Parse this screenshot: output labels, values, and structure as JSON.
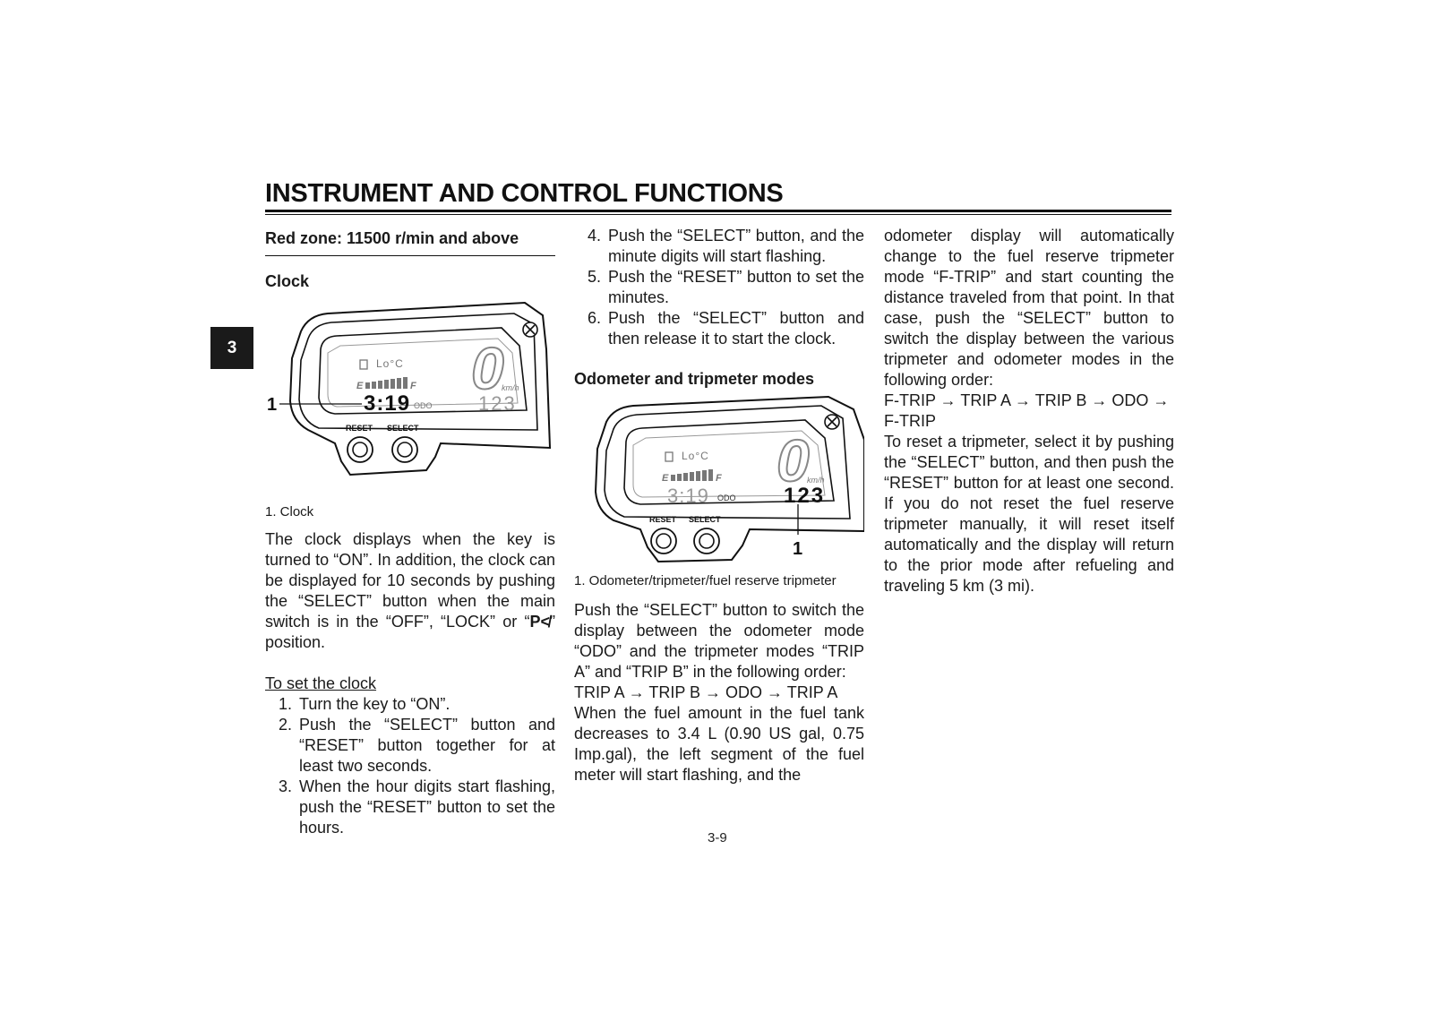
{
  "header": {
    "title": "INSTRUMENT AND CONTROL FUNCTIONS",
    "chapter_tab": "3"
  },
  "col1": {
    "red_zone": "Red zone: 11500 r/min and above",
    "clock_heading": "Clock",
    "fig1": {
      "callout": "1",
      "reset_label": "RESET",
      "select_label": "SELECT",
      "lcd_temp": "Lo°C",
      "lcd_e": "E",
      "lcd_f": "F",
      "lcd_speed": "0",
      "lcd_unit": "km/h",
      "lcd_clock": "3:19",
      "lcd_mode": "ODO",
      "lcd_odo": "123"
    },
    "fig1_caption": "1. Clock",
    "para": "The clock displays when the key is turned to “ON”. In addition, the clock can be displayed for 10 seconds by pushing the “SELECT” button when the main switch is in the “OFF”, “LOCK” or “",
    "para_symbol": "P≮",
    "para_end": "” position.",
    "set_clock_heading": "To set the clock",
    "steps": [
      {
        "num": "1.",
        "text": "Turn the key to “ON”."
      },
      {
        "num": "2.",
        "text": "Push the “SELECT” button and “RESET” button together for at least two seconds."
      },
      {
        "num": "3.",
        "text": "When the hour digits start flashing, push the “RESET” button to set the hours."
      }
    ]
  },
  "col2": {
    "steps": [
      {
        "num": "4.",
        "text": "Push the “SELECT” button, and the minute digits will start flashing."
      },
      {
        "num": "5.",
        "text": "Push the “RESET” button to set the minutes."
      },
      {
        "num": "6.",
        "text": "Push the “SELECT” button and then release it to start the clock."
      }
    ],
    "odo_heading": "Odometer and tripmeter modes",
    "fig2": {
      "callout": "1",
      "reset_label": "RESET",
      "select_label": "SELECT",
      "lcd_temp": "Lo°C",
      "lcd_e": "E",
      "lcd_f": "F",
      "lcd_speed": "0",
      "lcd_unit": "km/h",
      "lcd_clock": "3:19",
      "lcd_mode": "ODO",
      "lcd_odo": "123"
    },
    "fig2_caption": "1. Odometer/tripmeter/fuel reserve tripmeter",
    "para1": "Push the “SELECT” button to switch the display between the odometer mode “ODO” and the tripmeter modes “TRIP A” and “TRIP B” in the following order:",
    "sequence": "TRIP A → TRIP B → ODO → TRIP A",
    "para2": "When the fuel amount in the fuel tank decreases to 3.4 L (0.90 US gal, 0.75 Imp.gal), the left segment of the fuel meter will start flashing, and the"
  },
  "col3": {
    "para1": "odometer display will automatically change to the fuel reserve tripmeter mode “F-TRIP” and start counting the distance traveled from that point. In that case, push the “SELECT” button to switch the display between the various tripmeter and odometer modes in the following order:",
    "sequence": "F-TRIP → TRIP A → TRIP B → ODO → F-TRIP",
    "para2": "To reset a tripmeter, select it by pushing the “SELECT” button, and then push the “RESET” button for at least one second. If you do not reset the fuel reserve tripmeter manually, it will reset itself automatically and the display will return to the prior mode after refueling and traveling 5 km (3 mi)."
  },
  "footer": {
    "page_number": "3-9"
  }
}
